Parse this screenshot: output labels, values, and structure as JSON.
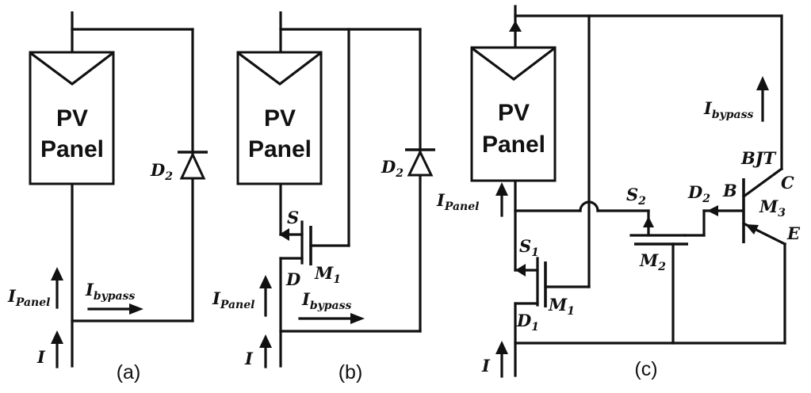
{
  "panels": {
    "a": {
      "caption": "(a)",
      "pv_line1": "PV",
      "pv_line2": "Panel"
    },
    "b": {
      "caption": "(b)",
      "pv_line1": "PV",
      "pv_line2": "Panel"
    },
    "c": {
      "caption": "(c)",
      "pv_line1": "PV",
      "pv_line2": "Panel"
    }
  },
  "labels": {
    "d2": {
      "main": "D",
      "sub": "2"
    },
    "i_panel": {
      "main": "I",
      "sub": "Panel"
    },
    "i_bypass": {
      "main": "I",
      "sub": "bypass"
    },
    "i": "I",
    "s": "S",
    "d": "D",
    "m1": {
      "main": "M",
      "sub": "1"
    },
    "s1": {
      "main": "S",
      "sub": "1"
    },
    "d1": {
      "main": "D",
      "sub": "1"
    },
    "s2": {
      "main": "S",
      "sub": "2"
    },
    "m2": {
      "main": "M",
      "sub": "2"
    },
    "m3": {
      "main": "M",
      "sub": "3"
    },
    "bjt": "BJT",
    "b": "B",
    "c": "C",
    "e": "E"
  }
}
